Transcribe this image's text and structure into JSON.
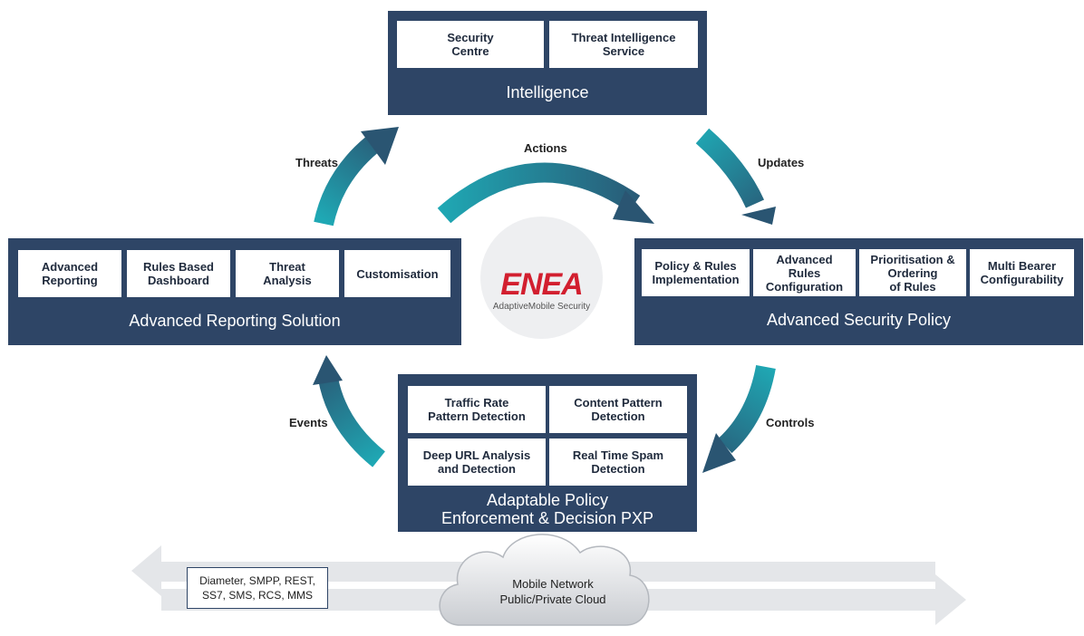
{
  "intelligence": {
    "title": "Intelligence",
    "items": [
      "Security\nCentre",
      "Threat Intelligence\nService"
    ]
  },
  "reporting": {
    "title": "Advanced Reporting Solution",
    "items": [
      "Advanced\nReporting",
      "Rules Based\nDashboard",
      "Threat\nAnalysis",
      "Customisation"
    ]
  },
  "security_policy": {
    "title": "Advanced Security Policy",
    "items": [
      "Policy & Rules\nImplementation",
      "Advanced\nRules\nConfiguration",
      "Prioritisation &\nOrdering\nof Rules",
      "Multi Bearer\nConfigurability"
    ]
  },
  "enforcement": {
    "title": "Adaptable Policy\nEnforcement & Decision PXP",
    "items": [
      "Traffic Rate\nPattern Detection",
      "Content Pattern\nDetection",
      "Deep URL Analysis\nand Detection",
      "Real Time Spam\nDetection"
    ]
  },
  "flows": {
    "threats": "Threats",
    "actions": "Actions",
    "updates": "Updates",
    "events": "Events",
    "controls": "Controls"
  },
  "logo": {
    "name": "ENEA",
    "subtitle": "AdaptiveMobile Security"
  },
  "network": {
    "protocols": "Diameter, SMPP, REST,\nSS7, SMS, RCS, MMS",
    "cloud": "Mobile Network\nPublic/Private Cloud"
  },
  "colors": {
    "panel": "#2e4566",
    "arrow_teal": "#1fa8b4",
    "arrow_dark": "#2a5572",
    "logo_red": "#d21f2f"
  }
}
